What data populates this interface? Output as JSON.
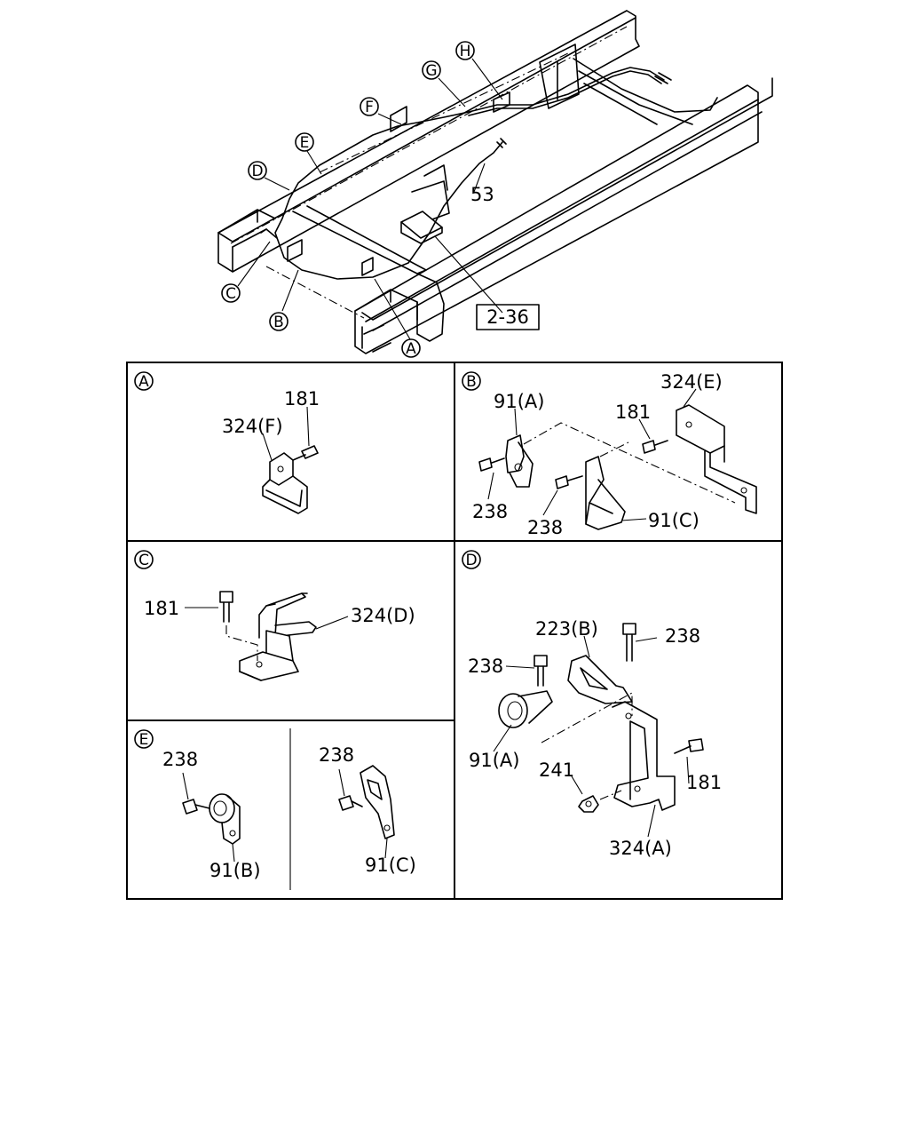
{
  "overview": {
    "callouts": [
      "A",
      "B",
      "C",
      "D",
      "E",
      "F",
      "G",
      "H"
    ],
    "cable_part": "53",
    "reference_box": "2-36"
  },
  "details": {
    "A": {
      "letter": "A",
      "labels": [
        "181",
        "324(F)"
      ]
    },
    "B": {
      "letter": "B",
      "labels": [
        "324(E)",
        "91(A)",
        "181",
        "238",
        "238",
        "91(C)"
      ]
    },
    "C": {
      "letter": "C",
      "labels": [
        "181",
        "324(D)"
      ]
    },
    "D": {
      "letter": "D",
      "labels": [
        "223(B)",
        "238",
        "238",
        "91(A)",
        "241",
        "181",
        "324(A)"
      ]
    },
    "E": {
      "letter": "E",
      "labels": [
        "238",
        "91(B)",
        "238",
        "91(C)"
      ]
    }
  }
}
